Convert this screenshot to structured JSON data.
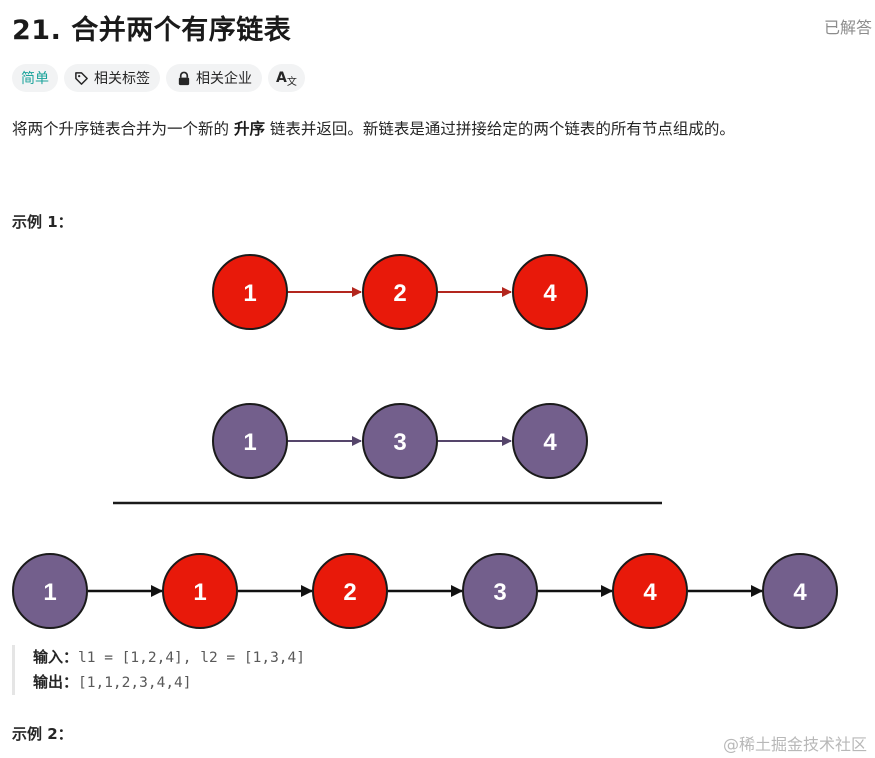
{
  "problem": {
    "title": "21. 合并两个有序链表",
    "status": "已解答",
    "tags": [
      {
        "label": "简单",
        "icon": ""
      },
      {
        "label": "相关标签",
        "icon": "tag-icon"
      },
      {
        "label": "相关企业",
        "icon": "lock-icon"
      },
      {
        "label": "A",
        "icon": "translate-icon"
      }
    ],
    "description_before": "将两个升序链表合并为一个新的 ",
    "description_bold": "升序",
    "description_after": " 链表并返回。新链表是通过拼接给定的两个链表的所有节点组成的。"
  },
  "example1": {
    "label": "示例 1：",
    "list1": [
      "1",
      "2",
      "4"
    ],
    "list2": [
      "1",
      "3",
      "4"
    ],
    "merged": [
      "1",
      "1",
      "2",
      "3",
      "4",
      "4"
    ],
    "input_label": "输入：",
    "input_value": "l1 = [1,2,4], l2 = [1,3,4]",
    "output_label": "输出：",
    "output_value": "[1,1,2,3,4,4]"
  },
  "example2": {
    "label": "示例 2："
  },
  "watermark": "@稀土掘金技术社区",
  "colors": {
    "red_node": "#e8190a",
    "purple_node": "#735f8c",
    "easy_tag": "#1ba39b"
  }
}
